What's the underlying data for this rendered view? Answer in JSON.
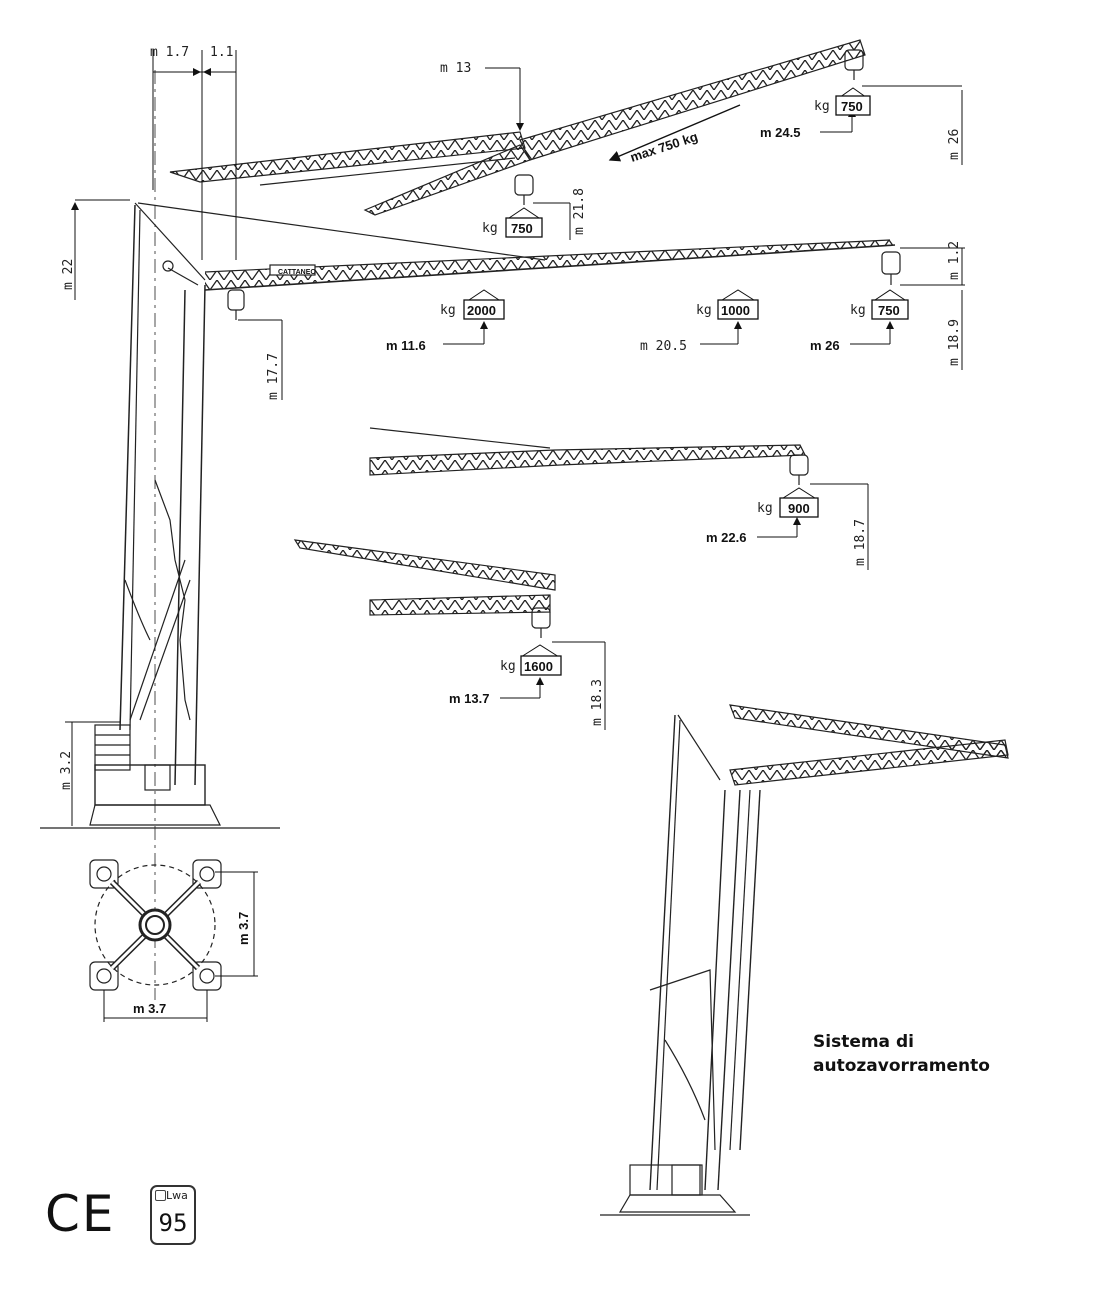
{
  "main_crane": {
    "top_dims": [
      "m 1.7",
      "1.1"
    ],
    "height_left": "m 22",
    "base_height": "m 3.2",
    "hook_height_inner": "m 17.7",
    "brand": "CATTANEO"
  },
  "luffed_config": {
    "reach_top": "m 13",
    "max_load": "max 750 kg",
    "tip_load_unit": "kg",
    "tip_load": "750",
    "tip_reach": "m 24.5",
    "tip_height": "m 26",
    "mid_load_unit": "kg",
    "mid_load": "750",
    "mid_height": "m 21.8"
  },
  "horizontal_config": {
    "loads": [
      {
        "unit": "kg",
        "value": "2000",
        "reach": "m 11.6"
      },
      {
        "unit": "kg",
        "value": "1000",
        "reach": "m 20.5"
      },
      {
        "unit": "kg",
        "value": "750",
        "reach": "m 26"
      }
    ],
    "tip_offset": "m 1.2",
    "hook_height": "m 18.9"
  },
  "config_22_6": {
    "unit": "kg",
    "load": "900",
    "reach": "m 22.6",
    "height": "m 18.7"
  },
  "config_13_7": {
    "unit": "kg",
    "load": "1600",
    "reach": "m 13.7",
    "height": "m 18.3"
  },
  "base_plan": {
    "width": "m 3.7",
    "depth": "m 3.7"
  },
  "caption": {
    "line1": "Sistema di",
    "line2": "autozavorramento"
  },
  "certification": {
    "ce": "CE",
    "lwa_label": "Lwa",
    "lwa_value": "95"
  }
}
